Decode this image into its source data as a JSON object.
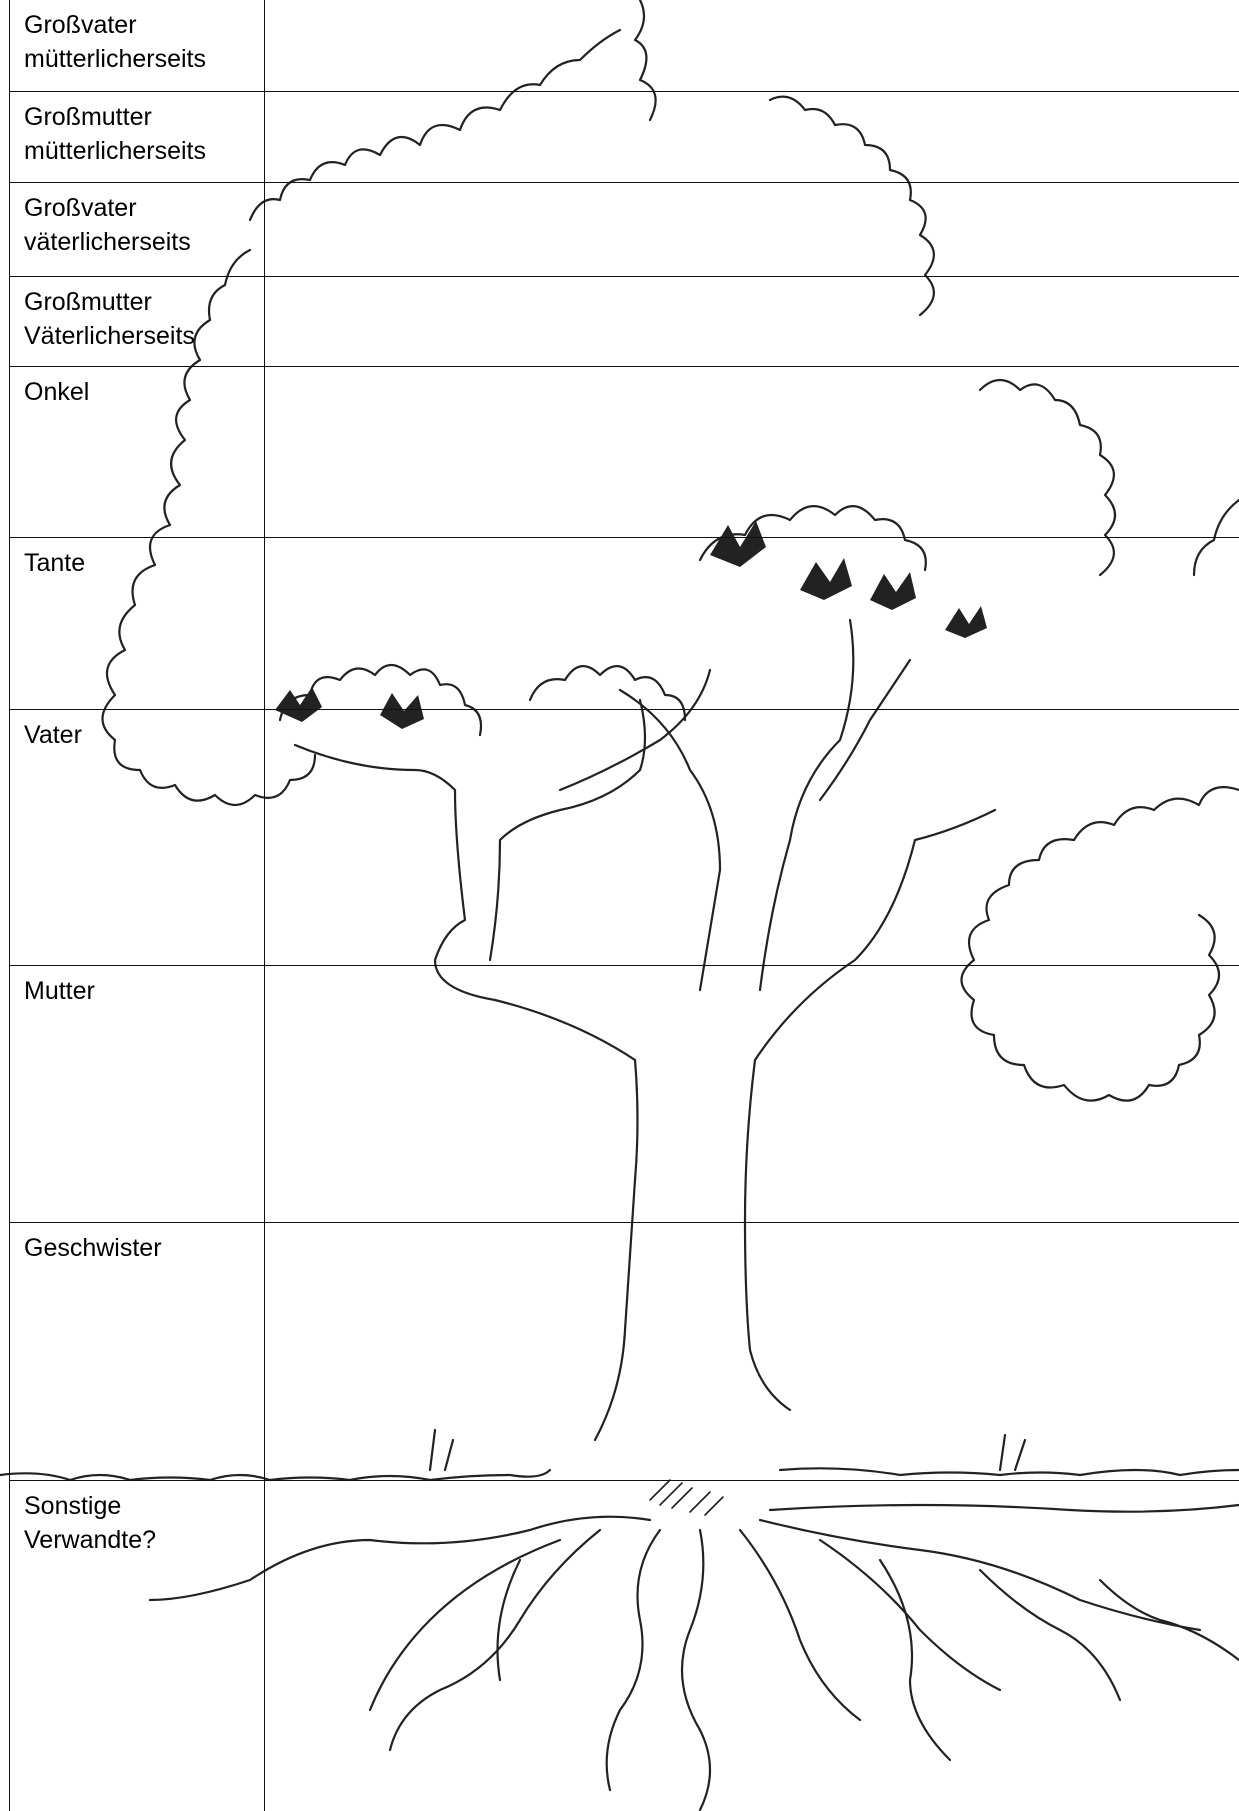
{
  "worksheet": {
    "rows": [
      {
        "label": "Großvater\nmütterlicherseits"
      },
      {
        "label": "Großmutter\nmütterlicherseits"
      },
      {
        "label": "Großvater\nväterlicherseits"
      },
      {
        "label": "Großmutter\nVäterlicherseits"
      },
      {
        "label": "Onkel"
      },
      {
        "label": "Tante"
      },
      {
        "label": "Vater"
      },
      {
        "label": "Mutter"
      },
      {
        "label": "Geschwister"
      },
      {
        "label": "Sonstige\nVerwandte?"
      }
    ]
  },
  "illustration": {
    "subject": "family-tree-drawing",
    "line_color": "#222222",
    "fill_color": "#ffffff"
  }
}
